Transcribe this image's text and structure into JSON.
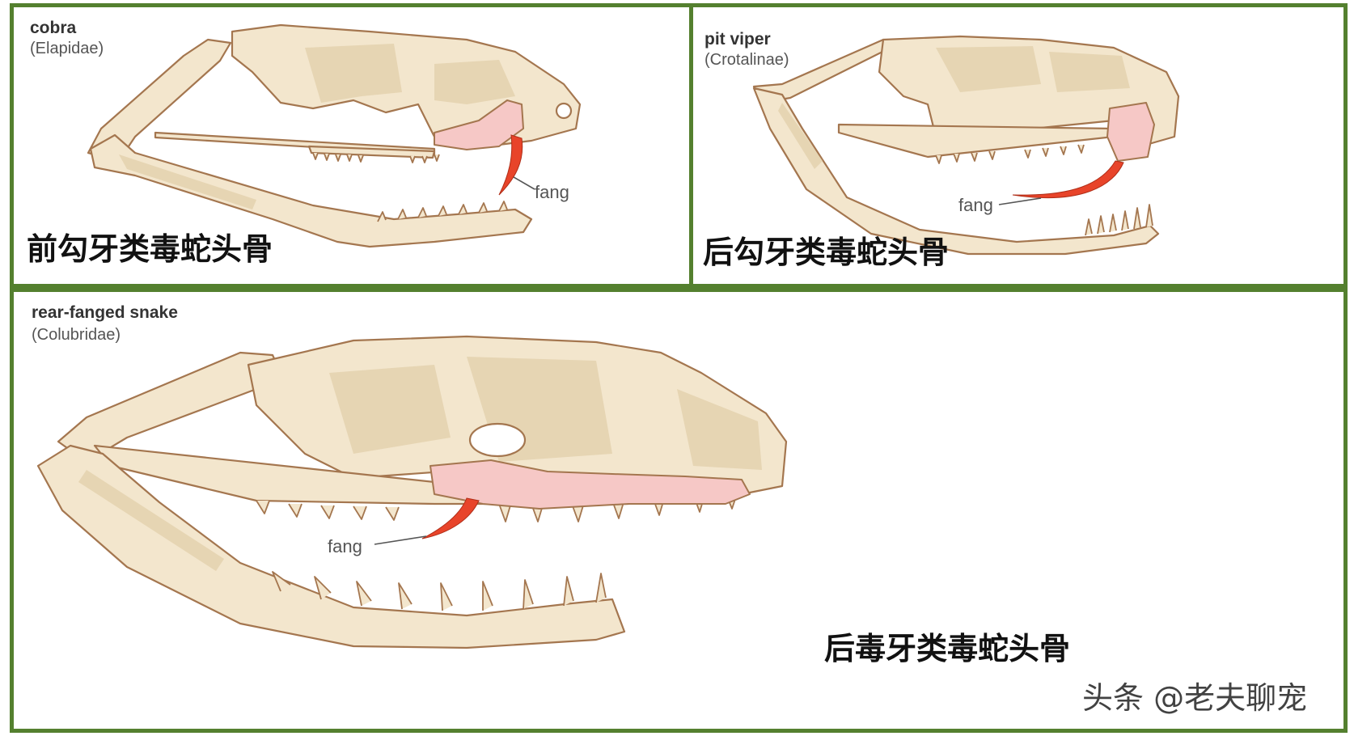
{
  "panels": [
    {
      "name": "cobra",
      "family": "(Elapidae)",
      "fang": "fang",
      "caption": "前勾牙类毒蛇头骨"
    },
    {
      "name": "pit viper",
      "family": "(Crotalinae)",
      "fang": "fang",
      "caption": "后勾牙类毒蛇头骨"
    },
    {
      "name": "rear-fanged snake",
      "family": "(Colubridae)",
      "fang": "fang",
      "caption": "后毒牙类毒蛇头骨"
    }
  ],
  "watermark": "头条 @老夫聊宠",
  "colors": {
    "border": "#54802f",
    "bone": "#f3e6cd",
    "bone_outline": "#a4764f",
    "maxilla": "#f6c8c6",
    "fang": "#e8442a"
  }
}
